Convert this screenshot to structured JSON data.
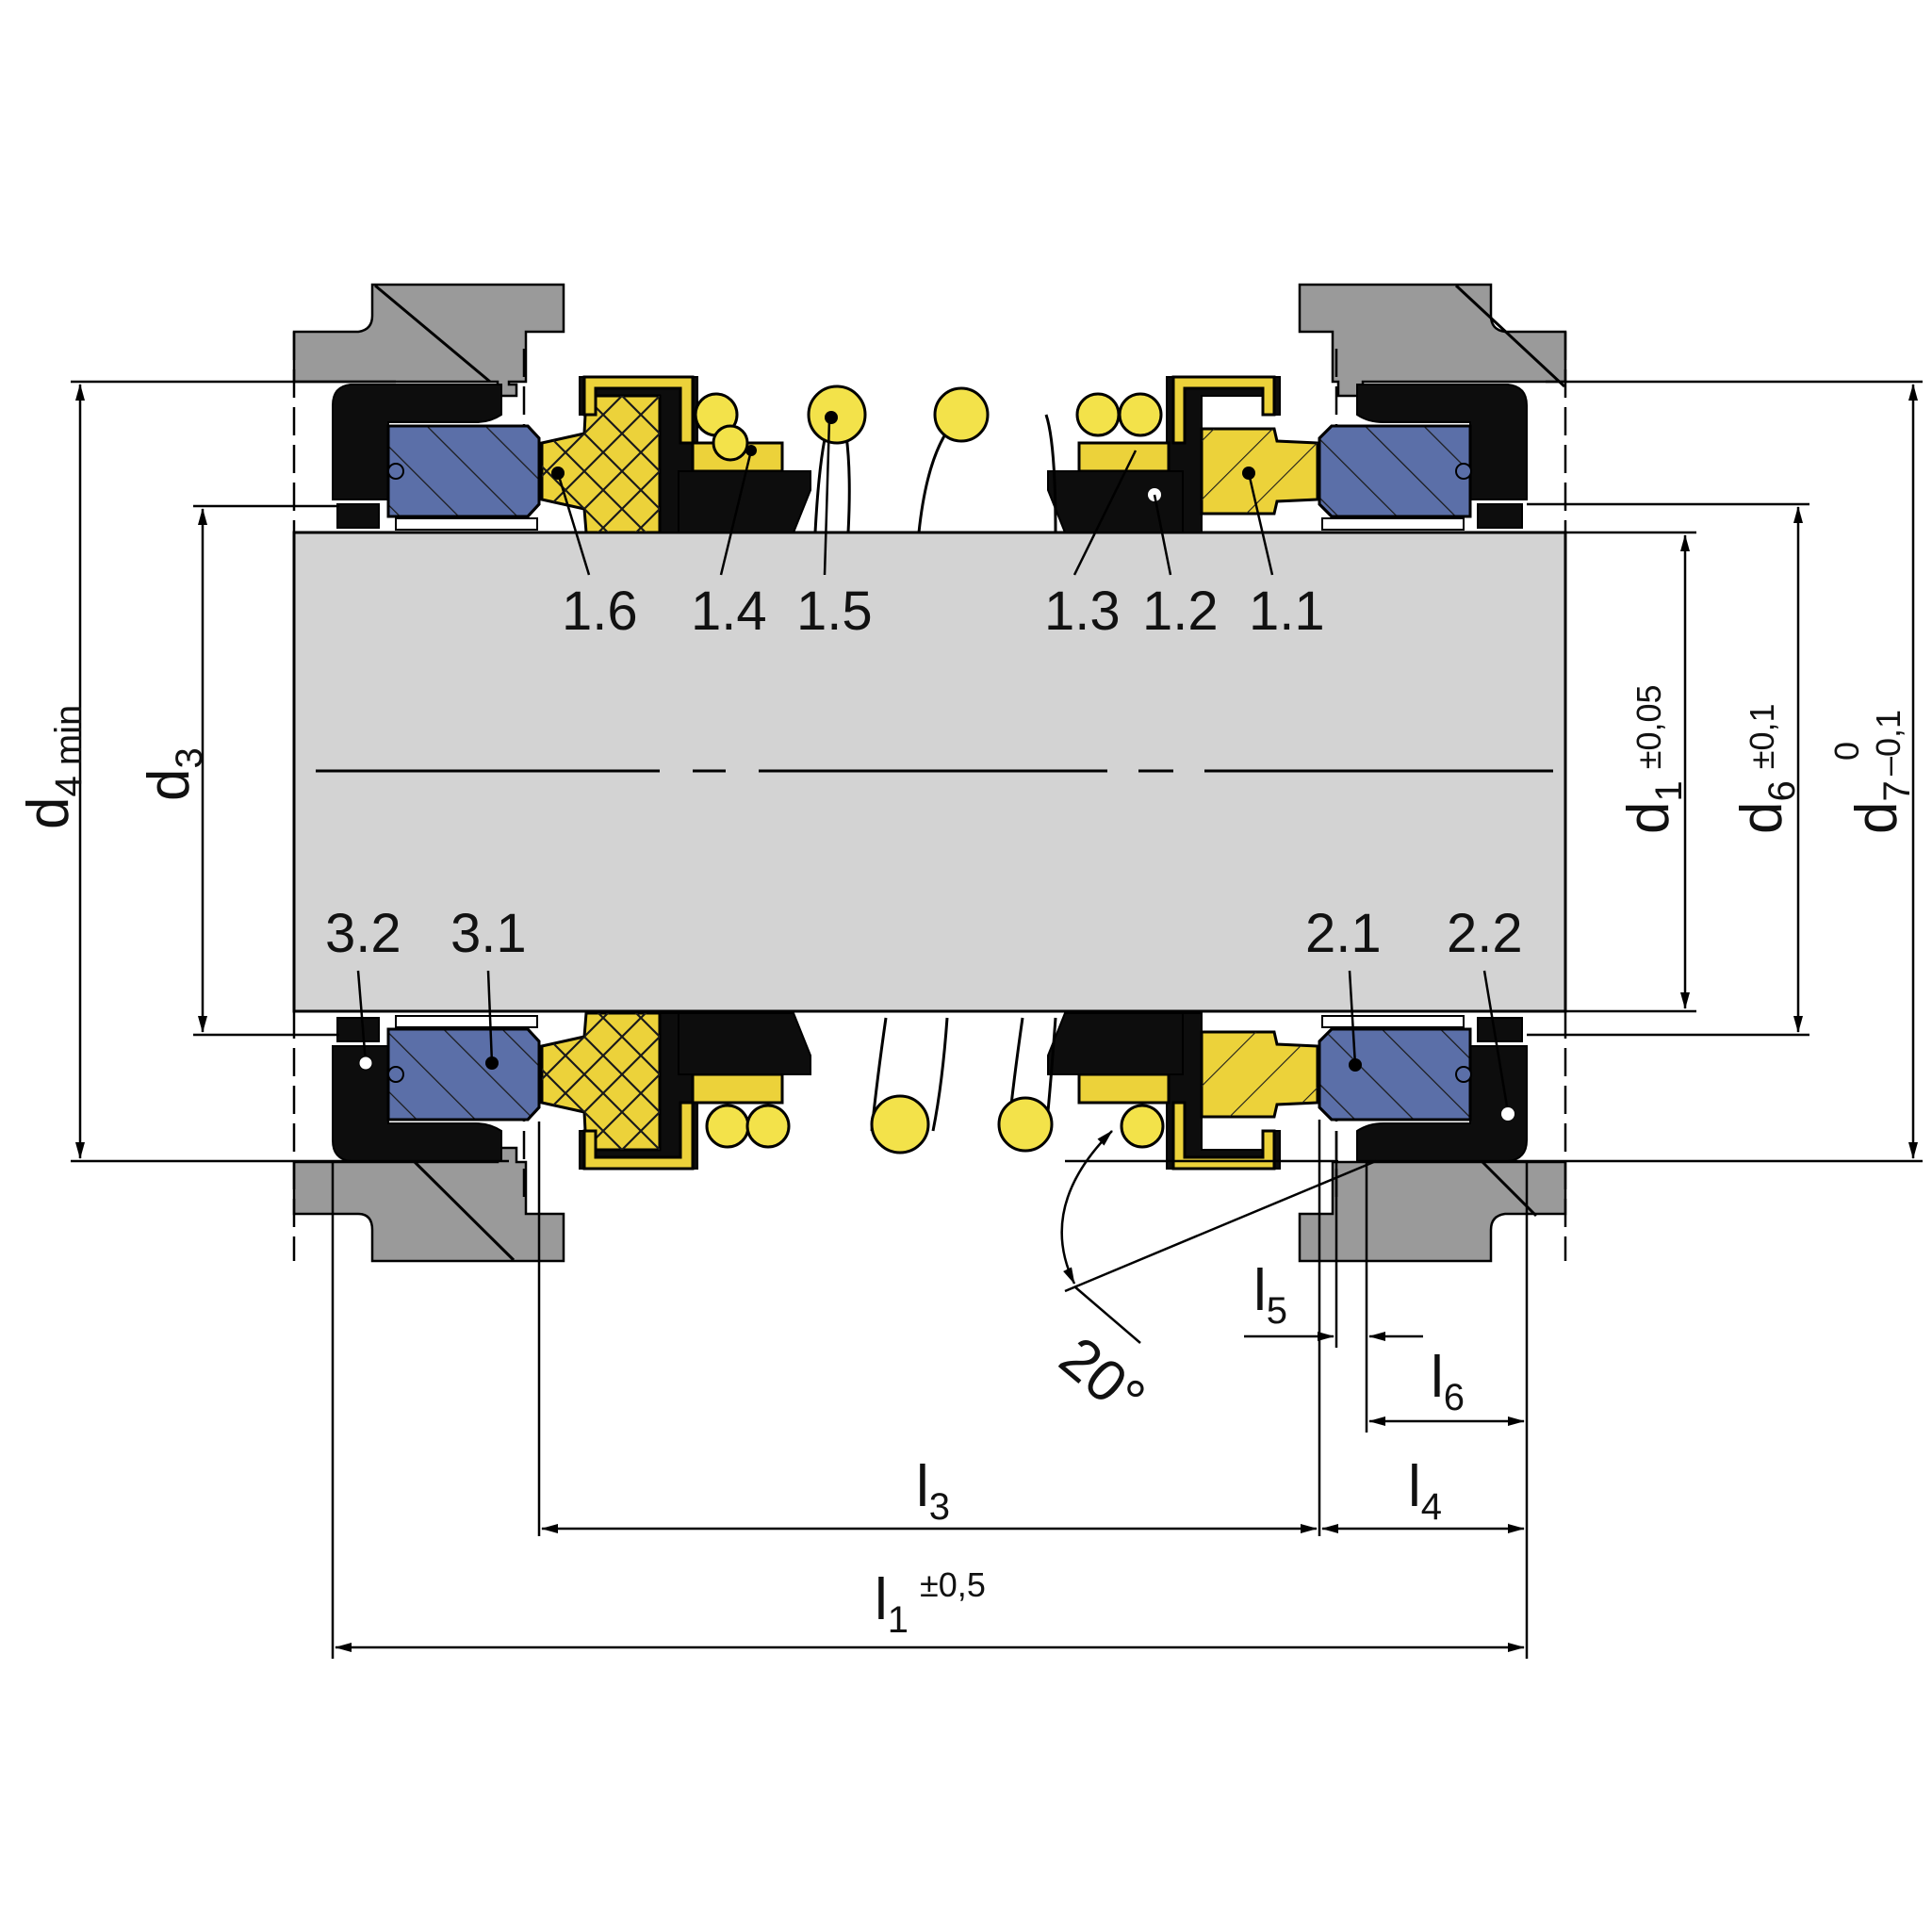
{
  "parts": {
    "p1_1": "1.1",
    "p1_2": "1.2",
    "p1_3": "1.3",
    "p1_4": "1.4",
    "p1_5": "1.5",
    "p1_6": "1.6",
    "p2_1": "2.1",
    "p2_2": "2.2",
    "p3_1": "3.1",
    "p3_2": "3.2"
  },
  "dimensions": {
    "d1": "d",
    "d1_sub": "1",
    "d1_tol": "±0,05",
    "d3": "d",
    "d3_sub": "3",
    "d4": "d",
    "d4_sub": "4 min",
    "d6": "d",
    "d6_sub": "6",
    "d6_tol": "±0,1",
    "d7": "d",
    "d7_sub": "7",
    "d7_tol_upper": "0",
    "d7_tol_lower": "–0,1",
    "l1": "l",
    "l1_sub": "1",
    "l1_tol": "±0,5",
    "l3": "l",
    "l3_sub": "3",
    "l4": "l",
    "l4_sub": "4",
    "l5": "l",
    "l5_sub": "5",
    "l6": "l",
    "l6_sub": "6",
    "angle": "20°"
  },
  "colors": {
    "shaft": "#d3d3d3",
    "housing": "#9a9a9a",
    "seat_blue": "#5b6fa8",
    "face_yellow": "#ecd23a",
    "elastomer_black": "#0d0d0d"
  }
}
